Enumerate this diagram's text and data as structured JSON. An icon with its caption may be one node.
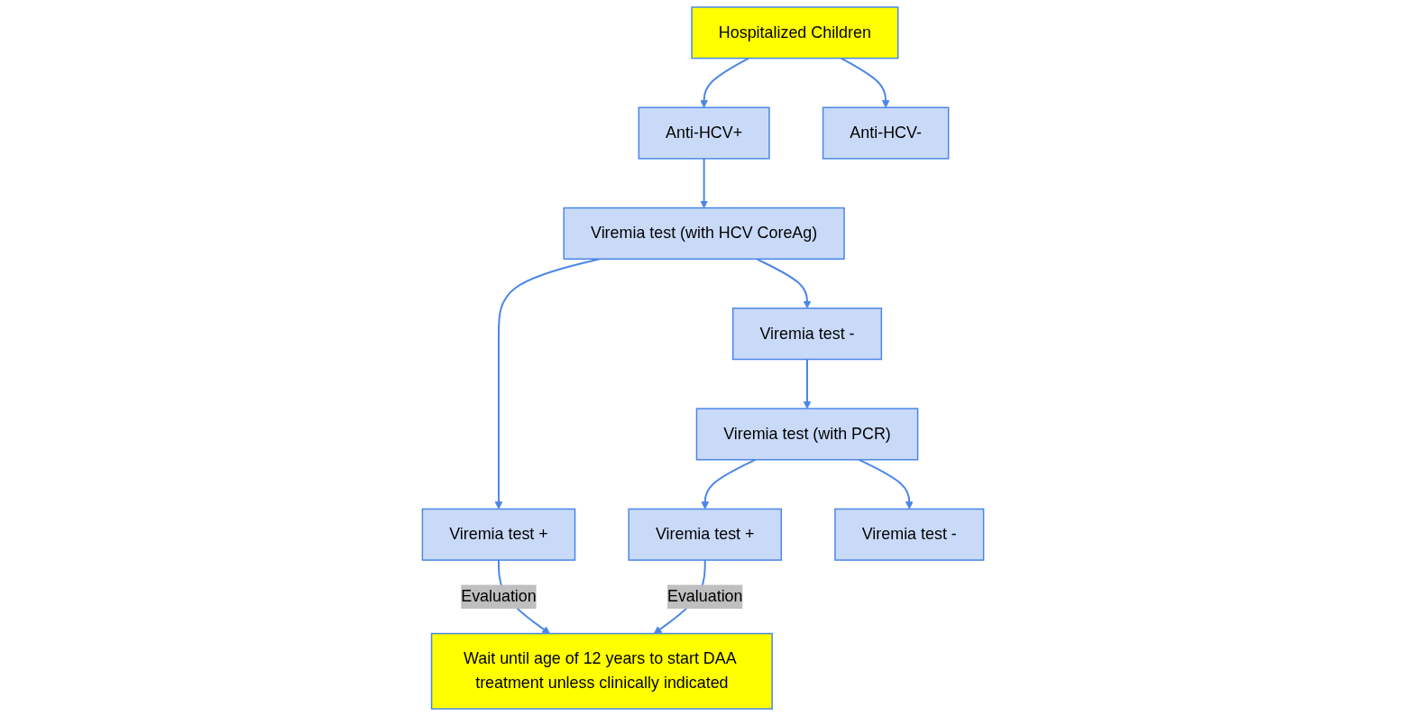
{
  "diagram": {
    "nodes": [
      {
        "text": [
          "Hospitalized Children"
        ]
      },
      {
        "text": [
          "Anti-HCV+"
        ]
      },
      {
        "text": [
          "Anti-HCV-"
        ]
      },
      {
        "text": [
          "Viremia test (with HCV CoreAg)"
        ]
      },
      {
        "text": [
          "Viremia test +"
        ]
      },
      {
        "text": [
          "Viremia test -"
        ]
      },
      {
        "text": [
          "Wait until age of 12 years to start DAA treatment unless clinically indicated"
        ]
      },
      {
        "text": [
          "Viremia test (with PCR)"
        ]
      },
      {
        "text": [
          "Viremia test +"
        ]
      },
      {
        "text": [
          "Viremia test -"
        ]
      }
    ],
    "edges": [
      {
        "from": 0,
        "to": 1,
        "arrow": "to"
      },
      {
        "from": 0,
        "to": 2,
        "arrow": "to"
      },
      {
        "from": 1,
        "to": 3,
        "arrow": "to"
      },
      {
        "from": 3,
        "to": 4,
        "arrow": "to"
      },
      {
        "from": 3,
        "to": 5,
        "arrow": "to"
      },
      {
        "from": 4,
        "to": 6,
        "arrow": "to",
        "label": "Evaluation"
      },
      {
        "from": 5,
        "to": 7,
        "arrow": "to"
      },
      {
        "from": 7,
        "to": 8,
        "arrow": "to"
      },
      {
        "from": 7,
        "to": 9,
        "arrow": "to"
      },
      {
        "from": 8,
        "to": 6,
        "arrow": "to",
        "label": "Evaluation"
      }
    ]
  }
}
